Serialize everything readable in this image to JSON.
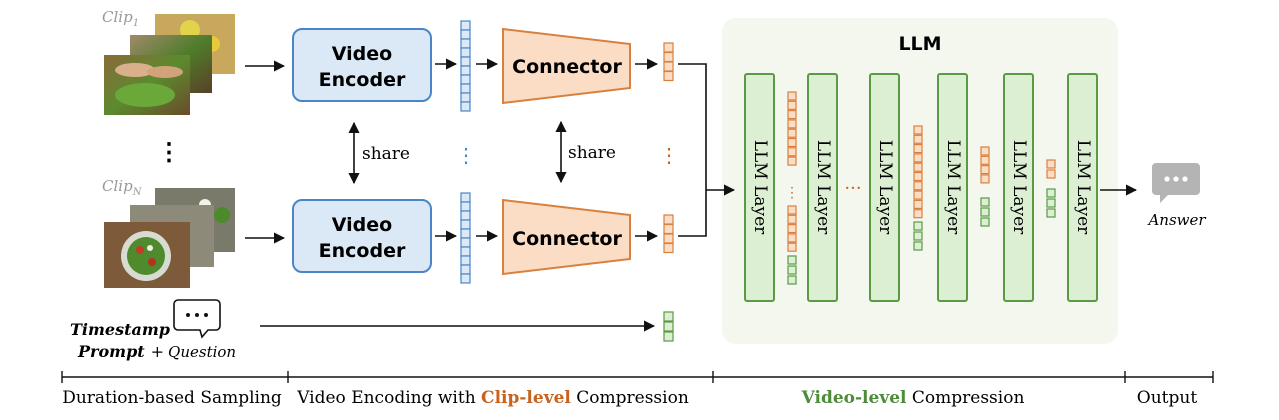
{
  "colors": {
    "blue_fill": "#dbe8f6",
    "blue_stroke": "#4a86c5",
    "orange_fill": "#fbdcc5",
    "orange_stroke": "#d9803f",
    "green_fill": "#dcefd2",
    "green_stroke": "#5b9a45",
    "panel_fill": "#f3f7ee",
    "clip_orange": "#c8621f",
    "clip_green": "#4e8b3a"
  },
  "clips": {
    "top_label": "Clip",
    "top_sub": "1",
    "bottom_label": "Clip",
    "bottom_sub": "N",
    "ellipsis": "⋮"
  },
  "encoder": {
    "line1": "Video",
    "line2": "Encoder"
  },
  "connector": {
    "label": "Connector"
  },
  "share_label": "share",
  "llm": {
    "title": "LLM",
    "layer_label": "LLM Layer",
    "ellipsis": "···"
  },
  "prompt": {
    "line1": "Timestamp",
    "line2_bold": "Prompt",
    "plus": "+",
    "question": "Question",
    "bubble_icon": "speech-bubble-icon"
  },
  "answer": {
    "label": "Answer",
    "icon": "chat-bubble-icon"
  },
  "stages": {
    "s1": "Duration-based Sampling",
    "s2_pre": "Video Encoding with ",
    "s2_hl": "Clip-level",
    "s2_post": " Compression",
    "s3_hl": "Video-level",
    "s3_post": " Compression",
    "s4": "Output"
  }
}
